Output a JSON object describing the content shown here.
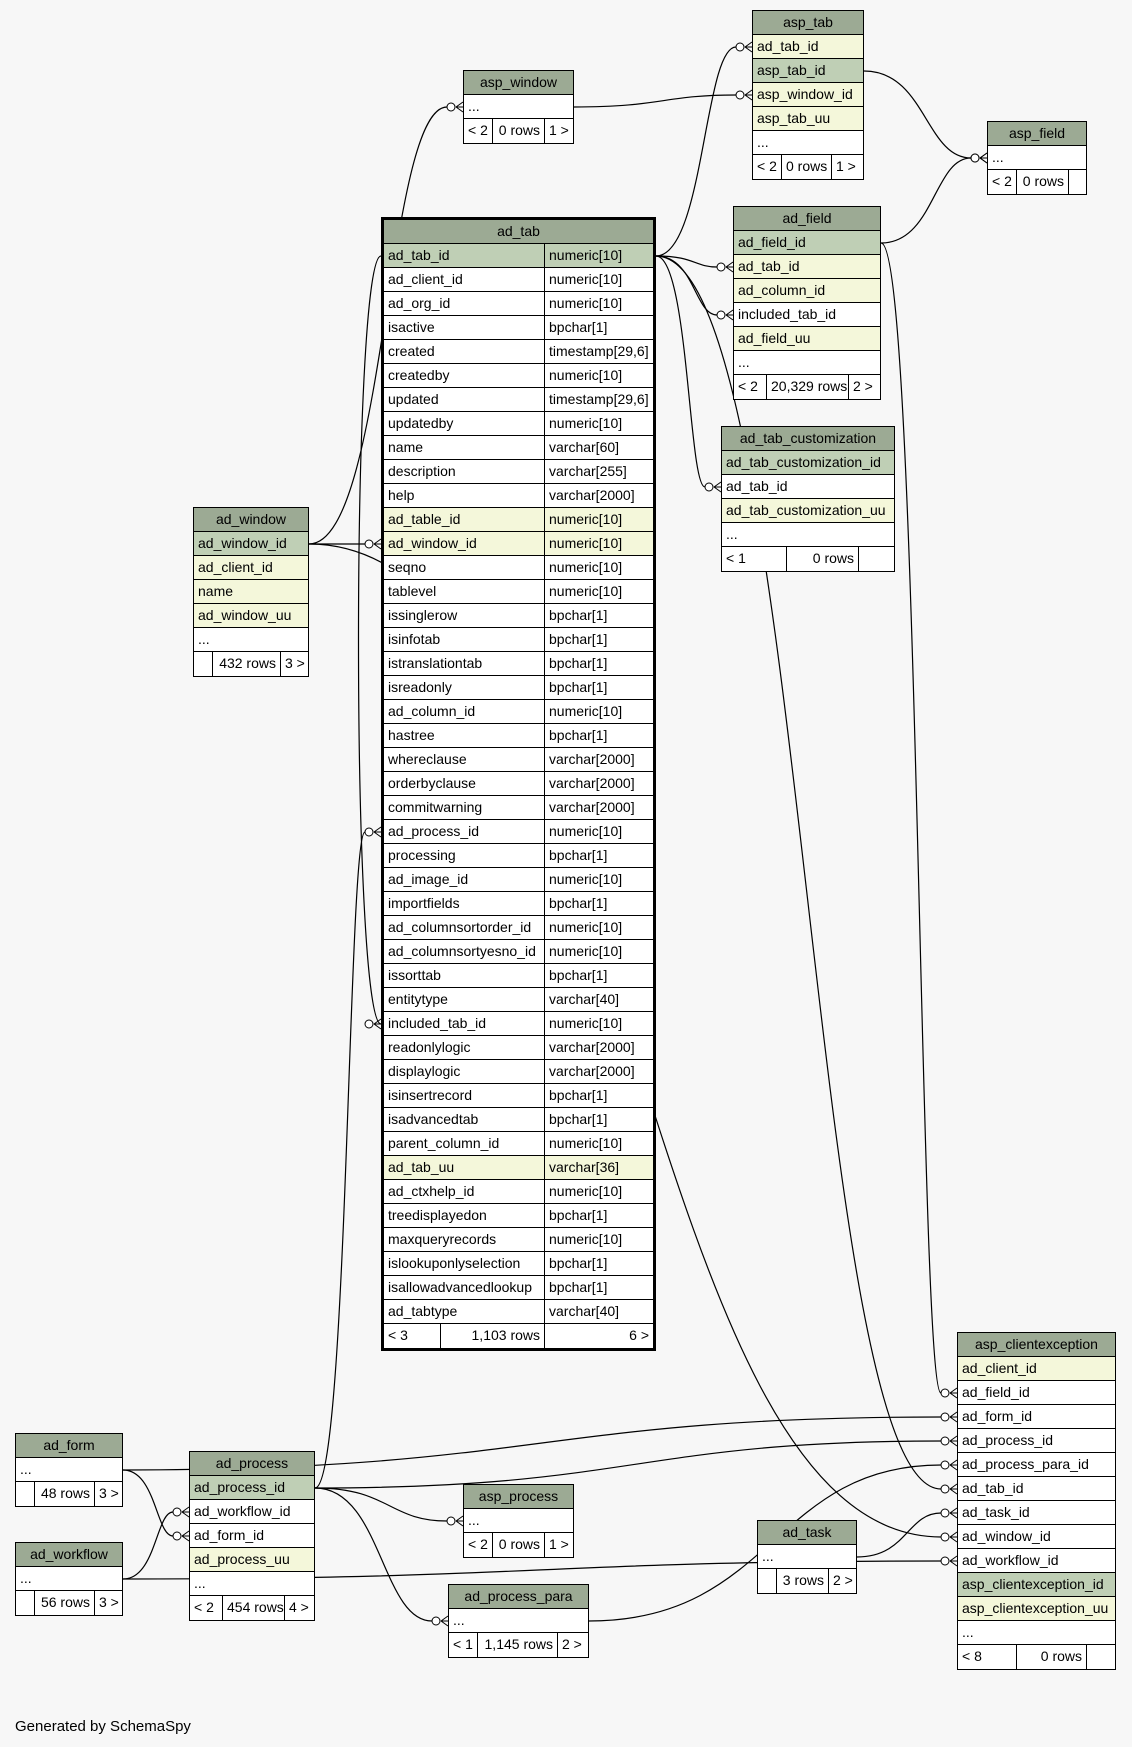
{
  "footer": "Generated by SchemaSpy",
  "colors": {
    "header": "#9caa94",
    "primary_key": "#bfcfb5",
    "foreign_key": "#f4f7da",
    "plain": "#ffffff"
  },
  "tables": [
    {
      "id": "asp_tab",
      "title": "asp_tab",
      "rows": [
        {
          "name": "ad_tab_id",
          "kind": "fk"
        },
        {
          "name": "asp_tab_id",
          "kind": "pk"
        },
        {
          "name": "asp_window_id",
          "kind": "fk"
        },
        {
          "name": "asp_tab_uu",
          "kind": "fk"
        },
        {
          "name": "...",
          "kind": "plain"
        }
      ],
      "footer": [
        "< 2",
        "0 rows",
        "1 >"
      ]
    },
    {
      "id": "asp_window",
      "title": "asp_window",
      "rows": [
        {
          "name": "...",
          "kind": "plain"
        }
      ],
      "footer": [
        "< 2",
        "0 rows",
        "1 >"
      ]
    },
    {
      "id": "asp_field",
      "title": "asp_field",
      "rows": [
        {
          "name": "...",
          "kind": "plain"
        }
      ],
      "footer": [
        "< 2",
        "0 rows",
        ""
      ]
    },
    {
      "id": "ad_field",
      "title": "ad_field",
      "rows": [
        {
          "name": "ad_field_id",
          "kind": "pk"
        },
        {
          "name": "ad_tab_id",
          "kind": "fk"
        },
        {
          "name": "ad_column_id",
          "kind": "fk"
        },
        {
          "name": "included_tab_id",
          "kind": "plain"
        },
        {
          "name": "ad_field_uu",
          "kind": "fk"
        },
        {
          "name": "...",
          "kind": "plain"
        }
      ],
      "footer": [
        "< 2",
        "20,329 rows",
        "2 >"
      ]
    },
    {
      "id": "ad_tab_customization",
      "title": "ad_tab_customization",
      "rows": [
        {
          "name": "ad_tab_customization_id",
          "kind": "pk"
        },
        {
          "name": "ad_tab_id",
          "kind": "plain"
        },
        {
          "name": "ad_tab_customization_uu",
          "kind": "fk"
        },
        {
          "name": "...",
          "kind": "plain"
        }
      ],
      "footer": [
        "< 1",
        "0 rows",
        ""
      ]
    },
    {
      "id": "ad_window",
      "title": "ad_window",
      "rows": [
        {
          "name": "ad_window_id",
          "kind": "pk"
        },
        {
          "name": "ad_client_id",
          "kind": "fk"
        },
        {
          "name": "name",
          "kind": "fk"
        },
        {
          "name": "ad_window_uu",
          "kind": "fk"
        },
        {
          "name": "...",
          "kind": "plain"
        }
      ],
      "footer": [
        "",
        "432 rows",
        "3 >"
      ]
    },
    {
      "id": "ad_tab",
      "title": "ad_tab",
      "rows": [
        {
          "name": "ad_tab_id",
          "type": "numeric[10]",
          "kind": "pk"
        },
        {
          "name": "ad_client_id",
          "type": "numeric[10]",
          "kind": "plain"
        },
        {
          "name": "ad_org_id",
          "type": "numeric[10]",
          "kind": "plain"
        },
        {
          "name": "isactive",
          "type": "bpchar[1]",
          "kind": "plain"
        },
        {
          "name": "created",
          "type": "timestamp[29,6]",
          "kind": "plain"
        },
        {
          "name": "createdby",
          "type": "numeric[10]",
          "kind": "plain"
        },
        {
          "name": "updated",
          "type": "timestamp[29,6]",
          "kind": "plain"
        },
        {
          "name": "updatedby",
          "type": "numeric[10]",
          "kind": "plain"
        },
        {
          "name": "name",
          "type": "varchar[60]",
          "kind": "plain"
        },
        {
          "name": "description",
          "type": "varchar[255]",
          "kind": "plain"
        },
        {
          "name": "help",
          "type": "varchar[2000]",
          "kind": "plain"
        },
        {
          "name": "ad_table_id",
          "type": "numeric[10]",
          "kind": "fk"
        },
        {
          "name": "ad_window_id",
          "type": "numeric[10]",
          "kind": "fk"
        },
        {
          "name": "seqno",
          "type": "numeric[10]",
          "kind": "plain"
        },
        {
          "name": "tablevel",
          "type": "numeric[10]",
          "kind": "plain"
        },
        {
          "name": "issinglerow",
          "type": "bpchar[1]",
          "kind": "plain"
        },
        {
          "name": "isinfotab",
          "type": "bpchar[1]",
          "kind": "plain"
        },
        {
          "name": "istranslationtab",
          "type": "bpchar[1]",
          "kind": "plain"
        },
        {
          "name": "isreadonly",
          "type": "bpchar[1]",
          "kind": "plain"
        },
        {
          "name": "ad_column_id",
          "type": "numeric[10]",
          "kind": "plain"
        },
        {
          "name": "hastree",
          "type": "bpchar[1]",
          "kind": "plain"
        },
        {
          "name": "whereclause",
          "type": "varchar[2000]",
          "kind": "plain"
        },
        {
          "name": "orderbyclause",
          "type": "varchar[2000]",
          "kind": "plain"
        },
        {
          "name": "commitwarning",
          "type": "varchar[2000]",
          "kind": "plain"
        },
        {
          "name": "ad_process_id",
          "type": "numeric[10]",
          "kind": "plain"
        },
        {
          "name": "processing",
          "type": "bpchar[1]",
          "kind": "plain"
        },
        {
          "name": "ad_image_id",
          "type": "numeric[10]",
          "kind": "plain"
        },
        {
          "name": "importfields",
          "type": "bpchar[1]",
          "kind": "plain"
        },
        {
          "name": "ad_columnsortorder_id",
          "type": "numeric[10]",
          "kind": "plain"
        },
        {
          "name": "ad_columnsortyesno_id",
          "type": "numeric[10]",
          "kind": "plain"
        },
        {
          "name": "issorttab",
          "type": "bpchar[1]",
          "kind": "plain"
        },
        {
          "name": "entitytype",
          "type": "varchar[40]",
          "kind": "plain"
        },
        {
          "name": "included_tab_id",
          "type": "numeric[10]",
          "kind": "plain"
        },
        {
          "name": "readonlylogic",
          "type": "varchar[2000]",
          "kind": "plain"
        },
        {
          "name": "displaylogic",
          "type": "varchar[2000]",
          "kind": "plain"
        },
        {
          "name": "isinsertrecord",
          "type": "bpchar[1]",
          "kind": "plain"
        },
        {
          "name": "isadvancedtab",
          "type": "bpchar[1]",
          "kind": "plain"
        },
        {
          "name": "parent_column_id",
          "type": "numeric[10]",
          "kind": "plain"
        },
        {
          "name": "ad_tab_uu",
          "type": "varchar[36]",
          "kind": "fk"
        },
        {
          "name": "ad_ctxhelp_id",
          "type": "numeric[10]",
          "kind": "plain"
        },
        {
          "name": "treedisplayedon",
          "type": "bpchar[1]",
          "kind": "plain"
        },
        {
          "name": "maxqueryrecords",
          "type": "numeric[10]",
          "kind": "plain"
        },
        {
          "name": "islookuponlyselection",
          "type": "bpchar[1]",
          "kind": "plain"
        },
        {
          "name": "isallowadvancedlookup",
          "type": "bpchar[1]",
          "kind": "plain"
        },
        {
          "name": "ad_tabtype",
          "type": "varchar[40]",
          "kind": "plain"
        }
      ],
      "footer": [
        "< 3",
        "1,103 rows",
        "6 >"
      ]
    },
    {
      "id": "asp_clientexception",
      "title": "asp_clientexception",
      "rows": [
        {
          "name": "ad_client_id",
          "kind": "fk"
        },
        {
          "name": "ad_field_id",
          "kind": "plain"
        },
        {
          "name": "ad_form_id",
          "kind": "plain"
        },
        {
          "name": "ad_process_id",
          "kind": "plain"
        },
        {
          "name": "ad_process_para_id",
          "kind": "plain"
        },
        {
          "name": "ad_tab_id",
          "kind": "plain"
        },
        {
          "name": "ad_task_id",
          "kind": "plain"
        },
        {
          "name": "ad_window_id",
          "kind": "plain"
        },
        {
          "name": "ad_workflow_id",
          "kind": "plain"
        },
        {
          "name": "asp_clientexception_id",
          "kind": "pk"
        },
        {
          "name": "asp_clientexception_uu",
          "kind": "fk"
        },
        {
          "name": "...",
          "kind": "plain"
        }
      ],
      "footer": [
        "< 8",
        "0 rows",
        ""
      ]
    },
    {
      "id": "ad_form",
      "title": "ad_form",
      "rows": [
        {
          "name": "...",
          "kind": "plain"
        }
      ],
      "footer": [
        "",
        "48 rows",
        "3 >"
      ]
    },
    {
      "id": "ad_workflow",
      "title": "ad_workflow",
      "rows": [
        {
          "name": "...",
          "kind": "plain"
        }
      ],
      "footer": [
        "",
        "56 rows",
        "3 >"
      ]
    },
    {
      "id": "ad_process",
      "title": "ad_process",
      "rows": [
        {
          "name": "ad_process_id",
          "kind": "pk"
        },
        {
          "name": "ad_workflow_id",
          "kind": "plain"
        },
        {
          "name": "ad_form_id",
          "kind": "plain"
        },
        {
          "name": "ad_process_uu",
          "kind": "fk"
        },
        {
          "name": "...",
          "kind": "plain"
        }
      ],
      "footer": [
        "< 2",
        "454 rows",
        "4 >"
      ]
    },
    {
      "id": "asp_process",
      "title": "asp_process",
      "rows": [
        {
          "name": "...",
          "kind": "plain"
        }
      ],
      "footer": [
        "< 2",
        "0 rows",
        "1 >"
      ]
    },
    {
      "id": "ad_task",
      "title": "ad_task",
      "rows": [
        {
          "name": "...",
          "kind": "plain"
        }
      ],
      "footer": [
        "",
        "3 rows",
        "2 >"
      ]
    },
    {
      "id": "ad_process_para",
      "title": "ad_process_para",
      "rows": [
        {
          "name": "...",
          "kind": "plain"
        }
      ],
      "footer": [
        "< 1",
        "1,145 rows",
        "2 >"
      ]
    }
  ]
}
